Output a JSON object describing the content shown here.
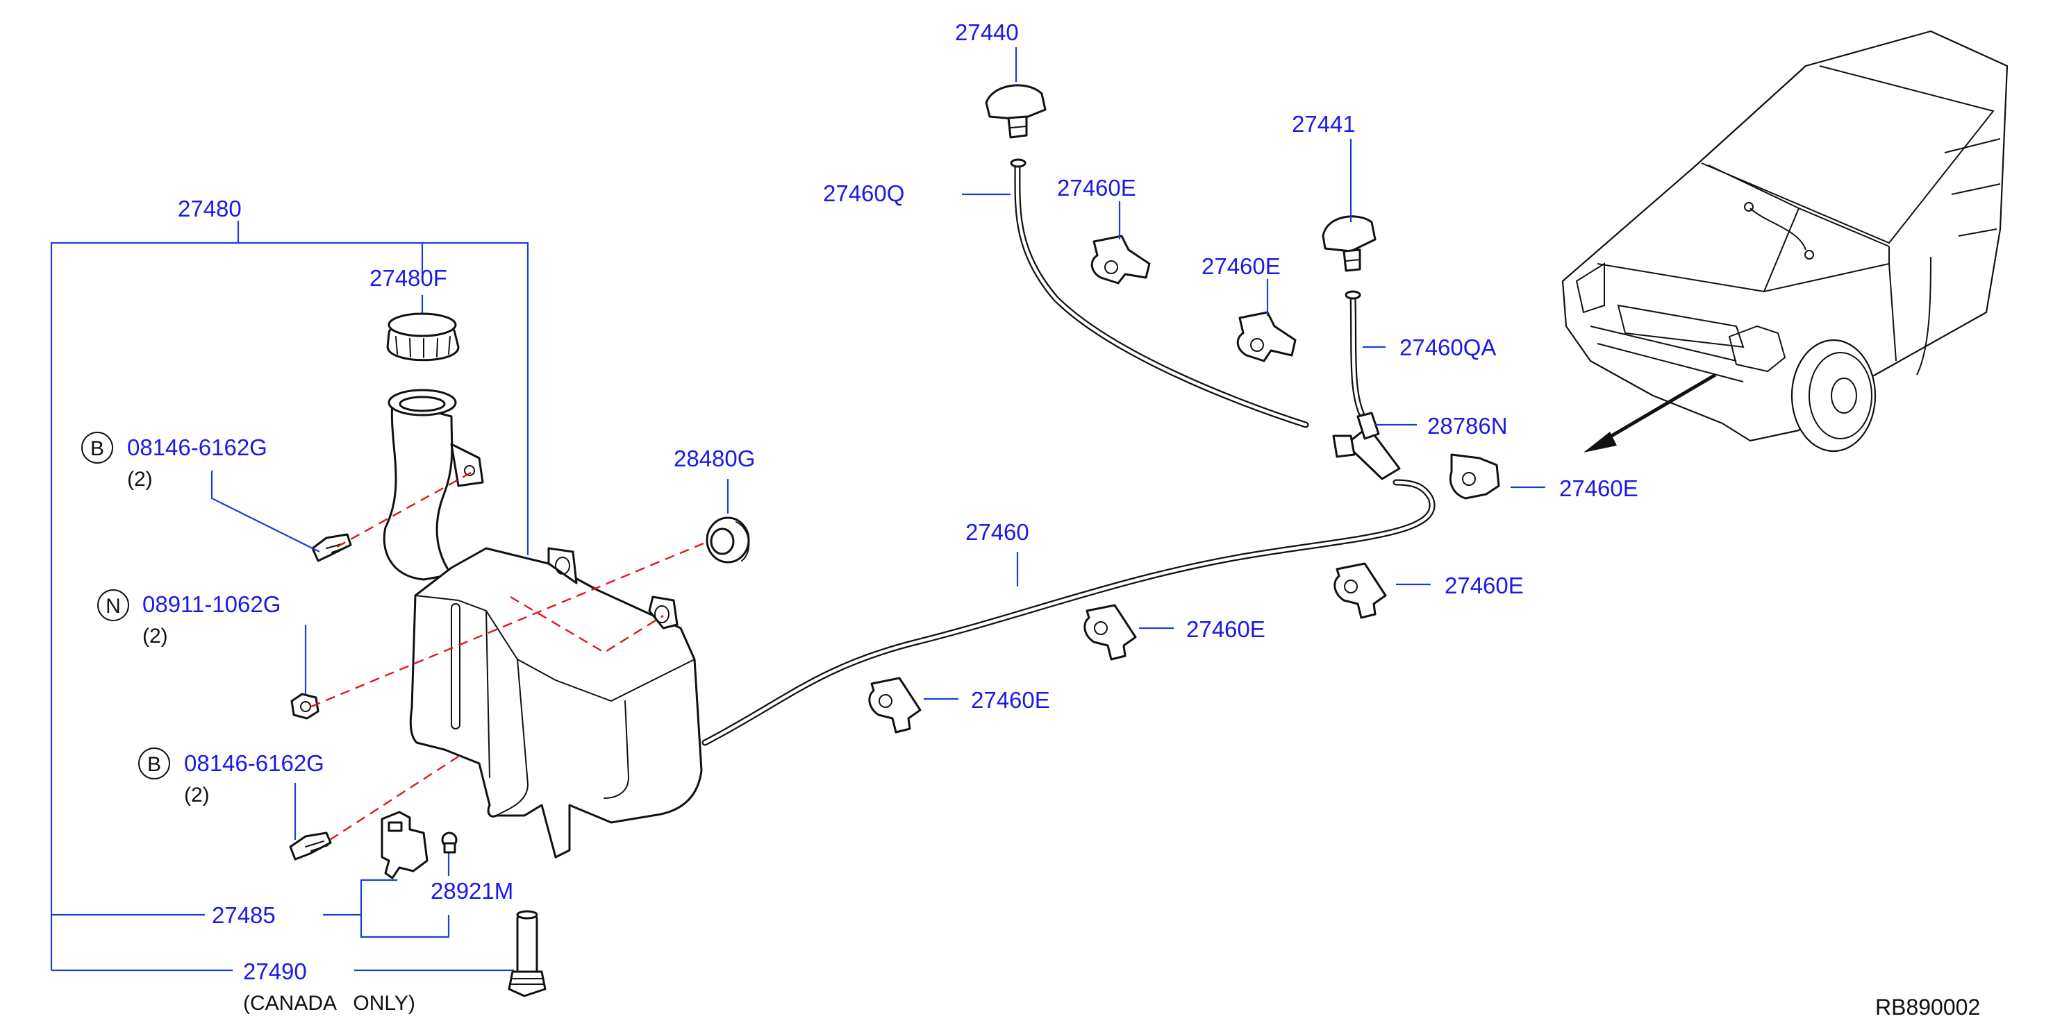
{
  "diagram": {
    "labels": {
      "p27480": "27480",
      "p27480F": "27480F",
      "p08146a": "08146-6162G",
      "p08146a_qty": "(2)",
      "p08911": "08911-1062G",
      "p08911_qty": "(2)",
      "p08146b": "08146-6162G",
      "p08146b_qty": "(2)",
      "p27485": "27485",
      "p28921M": "28921M",
      "p27490": "27490",
      "p27490_note": "(CANADA   ONLY)",
      "p28480G": "28480G",
      "p27440": "27440",
      "p27460Q": "27460Q",
      "p27460E_1": "27460E",
      "p27460E_2": "27460E",
      "p27441": "27441",
      "p27460QA": "27460QA",
      "p28786N": "28786N",
      "p27460E_3": "27460E",
      "p27460": "27460",
      "p27460E_4": "27460E",
      "p27460E_5": "27460E",
      "p27460E_6": "27460E",
      "ref_code": "RB890002"
    },
    "symbols": {
      "bolt_a": "B",
      "nut": "N",
      "bolt_b": "B"
    },
    "colors": {
      "label": "#1a1ae6",
      "leader": "#1a3fd6",
      "dashed_guide": "#e01818",
      "line_art": "#111111"
    }
  }
}
